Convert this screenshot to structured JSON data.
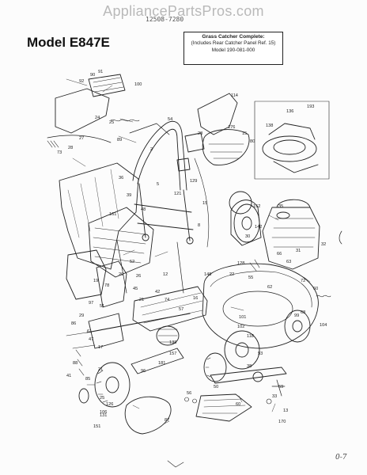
{
  "watermark": "AppliancePartsPros.com",
  "doc_number": "12508-7280",
  "title": "Model E847E",
  "callout": {
    "title": "Grass Catcher Complete:",
    "line1": "(Includes Rear Catcher Panel Ref. 15)",
    "line2": "Model 190-081-000"
  },
  "page_mark": "0-7",
  "part_labels": [
    "90",
    "91",
    "100",
    "92",
    "24",
    "25",
    "27",
    "28",
    "73",
    "89",
    "2",
    "114",
    "176",
    "15",
    "54",
    "28",
    "80",
    "138",
    "136",
    "193",
    "36",
    "161",
    "5",
    "39",
    "48",
    "121",
    "129",
    "15",
    "8",
    "152",
    "35",
    "142",
    "32",
    "31",
    "66",
    "30",
    "63",
    "128",
    "148",
    "22",
    "55",
    "45",
    "97",
    "74",
    "21",
    "51",
    "52",
    "20",
    "26",
    "12",
    "42",
    "61",
    "88",
    "41",
    "72",
    "60",
    "104",
    "62",
    "16",
    "57",
    "99",
    "68",
    "133",
    "118",
    "157",
    "181",
    "96",
    "29",
    "101",
    "102",
    "106",
    "151",
    "93",
    "38",
    "56",
    "25",
    "33",
    "59",
    "50",
    "60",
    "13",
    "170",
    "87",
    "21",
    "85",
    "47",
    "17",
    "19",
    "78",
    "86",
    "126",
    "131"
  ]
}
